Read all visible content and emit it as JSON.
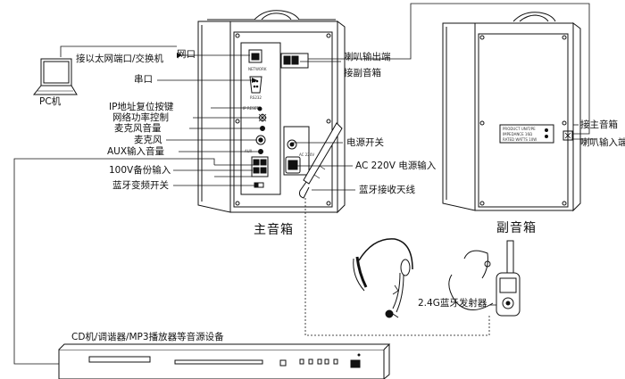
{
  "labels": {
    "pc_port": "接以太网端口/交换机",
    "network_port": "网口",
    "pc": "PC机",
    "serial": "串口",
    "ip_reset": "IP地址复位按键",
    "net_power": "网络功率控制",
    "mic_volume": "麦克风音量",
    "mic": "麦克风",
    "aux_volume": "AUX输入音量",
    "backup_100v": "100V备份输入",
    "bt_freq": "蓝牙变频开关",
    "speaker_out": "喇叭输出端",
    "to_sub": "接副音箱",
    "power_switch": "电源开关",
    "ac_input": "AC 220V 电源输入",
    "bt_antenna": "蓝牙接收天线",
    "to_main": "接主音箱",
    "speaker_in": "喇叭输入端",
    "main_speaker": "主音箱",
    "sub_speaker": "副音箱",
    "transmitter": "2.4G蓝牙发射器",
    "source": "CD机/调谐器/MP3播放器等音源设备"
  },
  "panel_text": {
    "network": "NETWORK",
    "serial": "RS232",
    "ip_reset": "IP RESET",
    "aux": "AUX",
    "ac": "AC 220V",
    "sub_line1": "PRODUCT UNIT/PE",
    "sub_line2": "IMPEDANCE  16Ω",
    "sub_line3": "RATED WATTS  10W"
  }
}
